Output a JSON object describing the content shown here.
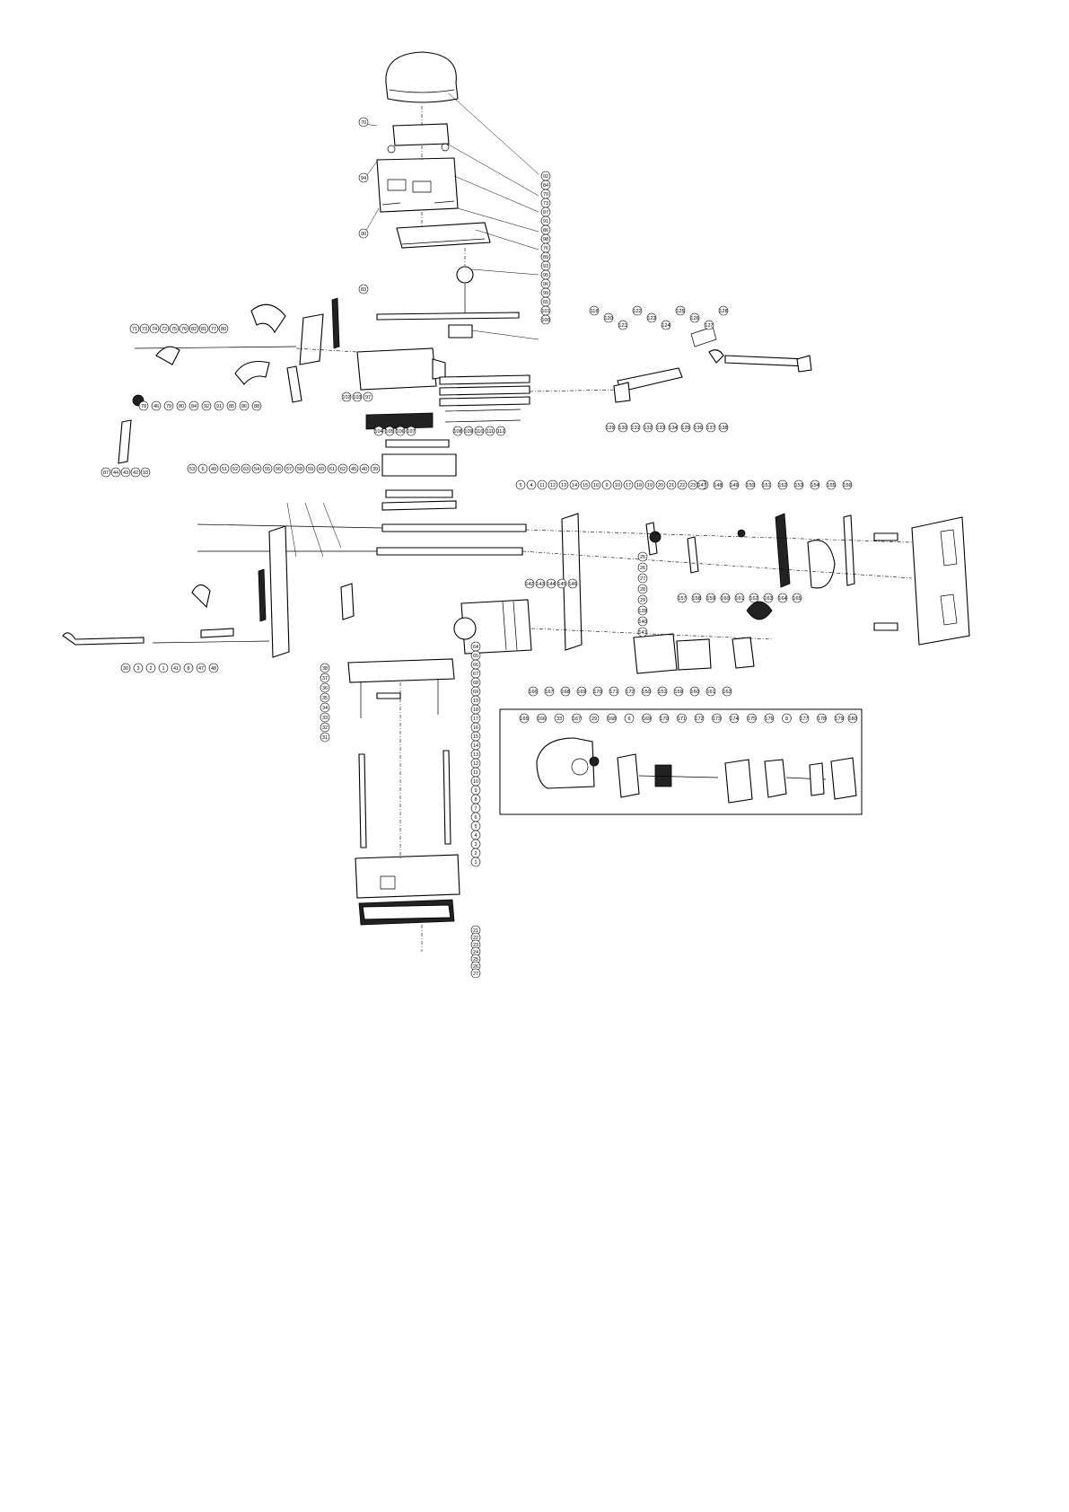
{
  "callouts": {
    "cover_top": [
      "70",
      "94",
      "90",
      "83",
      "92",
      "84",
      "79",
      "73",
      "87",
      "91",
      "86",
      "98",
      "76",
      "89",
      "93",
      "95",
      "96",
      "99",
      "65",
      "101",
      "100"
    ],
    "left_guard": [
      "71",
      "73",
      "74",
      "72",
      "75",
      "76",
      "82",
      "81",
      "77",
      "80",
      "78",
      "46",
      "79",
      "80",
      "84",
      "92",
      "91",
      "85",
      "86",
      "88",
      "87",
      "44",
      "43",
      "42",
      "93"
    ],
    "center_feed": [
      "102",
      "103",
      "97",
      "104",
      "105",
      "106",
      "107",
      "108",
      "109",
      "110",
      "111",
      "112"
    ],
    "right_arm": [
      "118",
      "120",
      "121",
      "122",
      "123",
      "124",
      "125",
      "126",
      "127",
      "128",
      "129",
      "130",
      "131",
      "132",
      "133",
      "134",
      "135",
      "136",
      "137",
      "138"
    ],
    "left_frame": [
      "53",
      "6",
      "49",
      "51",
      "52",
      "63",
      "54",
      "55",
      "56",
      "57",
      "58",
      "59",
      "60",
      "61",
      "62",
      "45",
      "40",
      "39",
      "38",
      "37",
      "36",
      "35",
      "34",
      "33",
      "32",
      "31",
      "30",
      "3",
      "2",
      "1",
      "41",
      "8",
      "47",
      "48"
    ],
    "center_gear": [
      "5",
      "4",
      "11",
      "12",
      "13",
      "14",
      "15",
      "16",
      "9",
      "10",
      "17",
      "18",
      "19",
      "20",
      "21",
      "22",
      "23",
      "24",
      "25",
      "26",
      "27",
      "28",
      "29",
      "139",
      "140",
      "141",
      "142",
      "143",
      "144",
      "145",
      "146"
    ],
    "right_gear": [
      "147",
      "148",
      "149",
      "150",
      "151",
      "152",
      "153",
      "154",
      "155",
      "156",
      "157",
      "158",
      "159",
      "160",
      "161",
      "162",
      "163",
      "164",
      "165"
    ],
    "motor_row": [
      "166",
      "167",
      "168",
      "169",
      "170",
      "171",
      "172",
      "150",
      "151",
      "159",
      "160",
      "161",
      "162"
    ],
    "stand": [
      "64",
      "65",
      "66",
      "67",
      "68",
      "69",
      "19",
      "18",
      "17",
      "16",
      "15",
      "14",
      "13",
      "12",
      "11",
      "10",
      "9",
      "8",
      "7",
      "6",
      "5",
      "4",
      "3",
      "2",
      "1"
    ],
    "base": [
      "21",
      "22",
      "23",
      "24",
      "25",
      "26",
      "27"
    ]
  },
  "inset_callouts": [
    "165",
    "166",
    "33",
    "167",
    "29",
    "168",
    "6",
    "169",
    "170",
    "171",
    "172",
    "173",
    "174",
    "175",
    "176",
    "8",
    "177",
    "178",
    "179",
    "180"
  ]
}
